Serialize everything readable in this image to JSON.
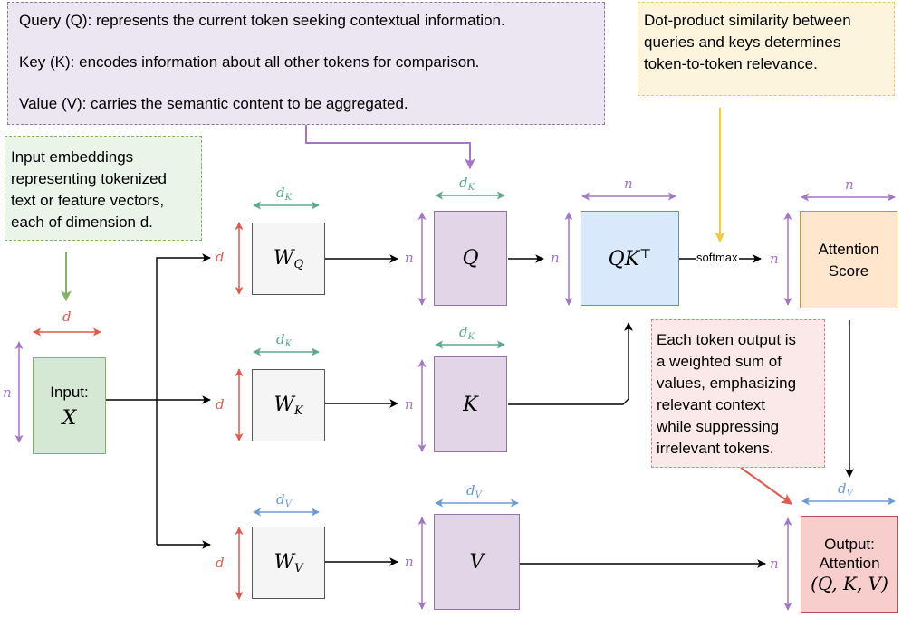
{
  "notes": {
    "qkv": [
      "Query (Q): represents the current token seeking contextual information.",
      "Key (K): encodes information about all other tokens for comparison.",
      "Value (V): carries the semantic content to be aggregated."
    ],
    "dot_product": [
      "Dot-product similarity between",
      "queries and keys determines",
      "token-to-token relevance."
    ],
    "input": [
      "Input embeddings",
      "representing tokenized",
      "text or feature vectors,",
      "each of dimension d."
    ],
    "output": [
      "Each token output is",
      "a weighted sum of",
      "values, emphasizing",
      "relevant context",
      "while suppressing",
      "irrelevant tokens."
    ]
  },
  "boxes": {
    "input": {
      "label": "Input:",
      "symbol": "X"
    },
    "wq": {
      "symbol": "W",
      "sub": "Q"
    },
    "wk": {
      "symbol": "W",
      "sub": "K"
    },
    "wv": {
      "symbol": "W",
      "sub": "V"
    },
    "q": {
      "symbol": "Q"
    },
    "k": {
      "symbol": "K"
    },
    "v": {
      "symbol": "V"
    },
    "qkt": {
      "symbol": "QK",
      "sup": "⊤"
    },
    "score": {
      "line1": "Attention",
      "line2": "Score"
    },
    "output": {
      "line1": "Output:",
      "line2": "Attention",
      "formula": "(Q, K, V)"
    }
  },
  "dims": {
    "d": "d",
    "n": "n",
    "d_letter": "d",
    "k_sub": "K",
    "v_sub": "V"
  },
  "edge_labels": {
    "softmax": "softmax"
  },
  "colors": {
    "red": "#e05a4f",
    "teal": "#5aa88f",
    "purple": "#a474c9",
    "blue": "#6b9ad9",
    "yellow": "#f5c93d",
    "black": "#000000"
  }
}
